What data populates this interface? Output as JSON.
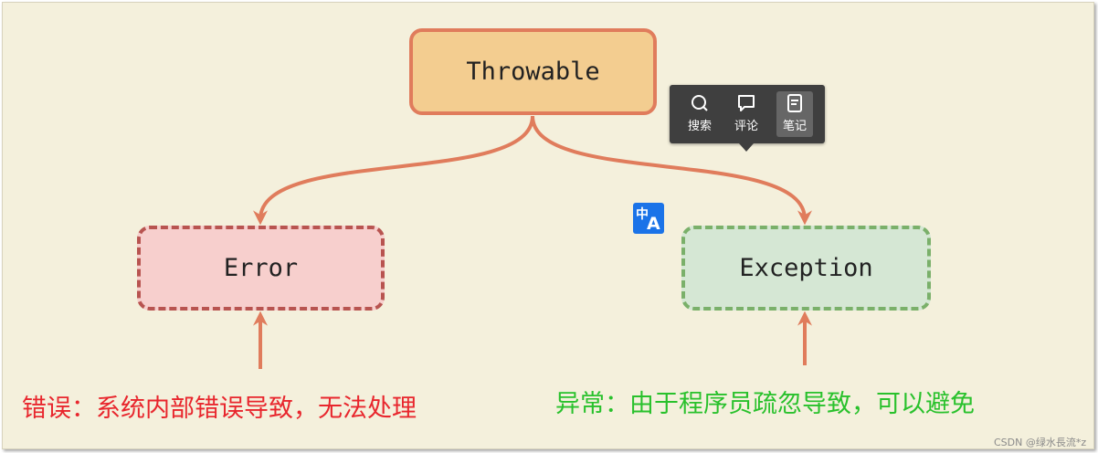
{
  "diagram": {
    "nodes": {
      "root": "Throwable",
      "left": "Error",
      "right": "Exception"
    },
    "captions": {
      "error": "错误：系统内部错误导致，无法处理",
      "exception": "异常：由于程序员疏忽导致，可以避免"
    }
  },
  "toolbar": {
    "items": [
      {
        "label": "搜索",
        "icon": "search-icon"
      },
      {
        "label": "评论",
        "icon": "comment-icon"
      },
      {
        "label": "笔记",
        "icon": "note-icon"
      }
    ]
  },
  "translate_badge": {
    "top": "中",
    "bottom": "A",
    "icon": "translate-icon"
  },
  "watermark": "CSDN @绿水長流*z",
  "colors": {
    "edge": "#e07c5c",
    "root_fill": "#f3cd90",
    "error_fill": "#f7cfcd",
    "error_border": "#b85450",
    "exception_fill": "#d5e7d4",
    "exception_border": "#7ab06a",
    "error_text": "#e8262d",
    "exception_text": "#29c12c",
    "background": "#f4f0dc"
  }
}
